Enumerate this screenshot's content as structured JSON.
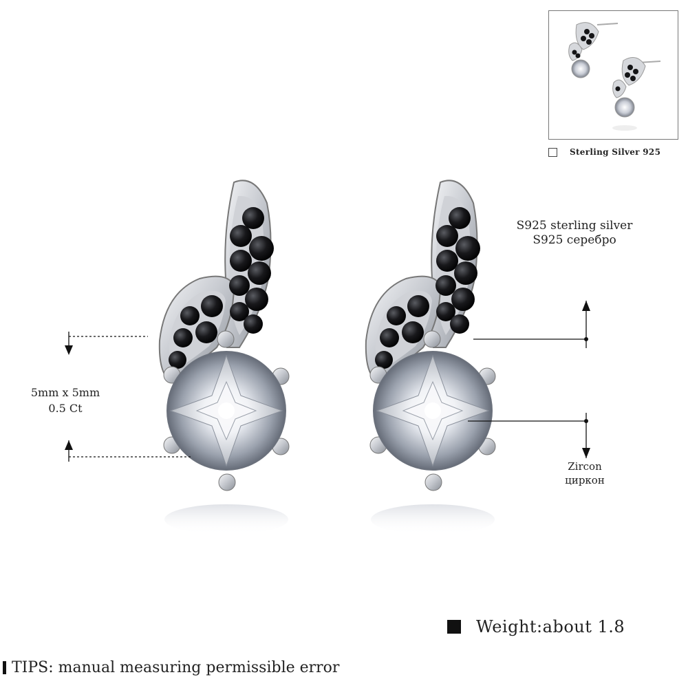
{
  "thumbnail": {
    "caption": "Sterling Silver 925"
  },
  "annotations": {
    "size_line1": "5mm x 5mm",
    "size_line2": "0.5 Ct",
    "material_line1": "S925 sterling silver",
    "material_line2": "S925 серебро",
    "stone_line1": "Zircon",
    "stone_line2": "циркон"
  },
  "footer": {
    "weight": "Weight:about 1.8",
    "tips": "TIPS: manual measuring permissible error"
  },
  "colors": {
    "silver": "#d9dade",
    "black_stone": "#141416",
    "text": "#222222"
  }
}
